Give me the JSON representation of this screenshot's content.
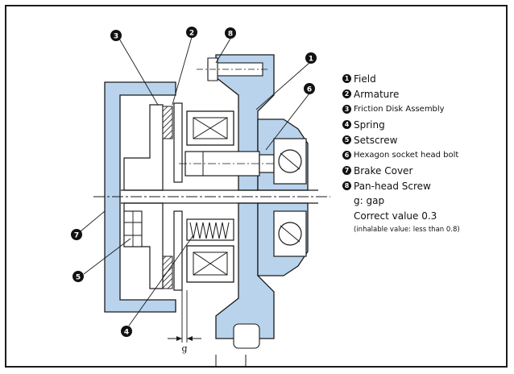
{
  "legend": {
    "items": [
      {
        "num": "1",
        "label": "Field"
      },
      {
        "num": "2",
        "label": "Armature"
      },
      {
        "num": "3",
        "label": "Friction Disk Assembly"
      },
      {
        "num": "4",
        "label": "Spring"
      },
      {
        "num": "5",
        "label": "Setscrew"
      },
      {
        "num": "6",
        "label": "Hexagon socket head bolt"
      },
      {
        "num": "7",
        "label": "Brake Cover"
      },
      {
        "num": "8",
        "label": "Pan-head Screw"
      }
    ],
    "gap_note": "g: gap",
    "correct_value": "Correct value 0.3",
    "inhalable": "(inhalable value: less than 0.8)"
  },
  "callouts": [
    "1",
    "2",
    "3",
    "4",
    "5",
    "6",
    "7",
    "8"
  ],
  "gap_label": "g",
  "colors": {
    "cover_fill": "#b9d3ec",
    "outline": "#1a1a1a"
  }
}
